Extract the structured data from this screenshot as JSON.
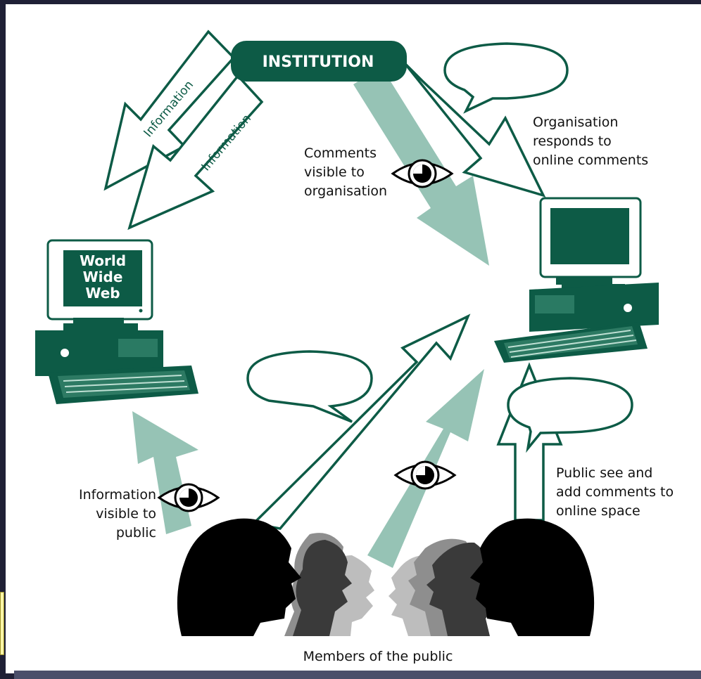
{
  "colors": {
    "background": "#1f2036",
    "canvas": "#ffffff",
    "primary_green": "#0d5b46",
    "arrow_tint": "#96c3b5",
    "screen_green": "#0d5b46"
  },
  "institution": {
    "label": "INSTITUTION"
  },
  "info_arrows": {
    "label_1": "Information",
    "label_2": "Information"
  },
  "left_computer": {
    "screen_line_1": "World",
    "screen_line_2": "Wide",
    "screen_line_3": "Web"
  },
  "captions": {
    "comments_visible": [
      "Comments",
      "visible to",
      "organisation"
    ],
    "org_responds": [
      "Organisation",
      "responds to",
      "online comments"
    ],
    "info_visible": [
      "Information",
      "visible to",
      "public"
    ],
    "public_see": [
      "Public see and",
      "add comments to",
      "online space"
    ],
    "members": "Members of the public"
  },
  "icons": [
    "eye-icon",
    "speech-bubble-icon",
    "computer-icon",
    "head-silhouette-icon"
  ]
}
